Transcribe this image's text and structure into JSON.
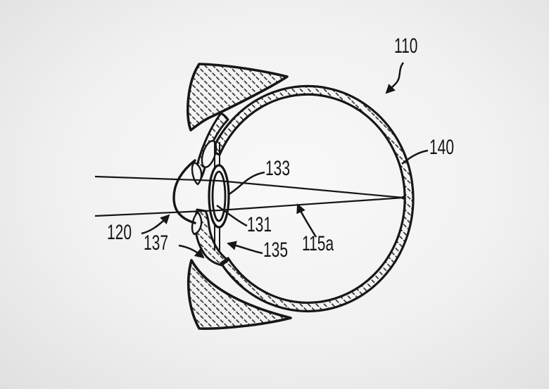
{
  "figure": {
    "type": "patent-eye-cross-section-diagram",
    "labels": {
      "l110": "110",
      "l140": "140",
      "l133": "133",
      "l131": "131",
      "l115a": "115a",
      "l135": "135",
      "l137": "137",
      "l120": "120"
    },
    "colors": {
      "line": "#161616",
      "background_center": "#f9f9f9",
      "background_edge": "#e0e0e0"
    }
  }
}
